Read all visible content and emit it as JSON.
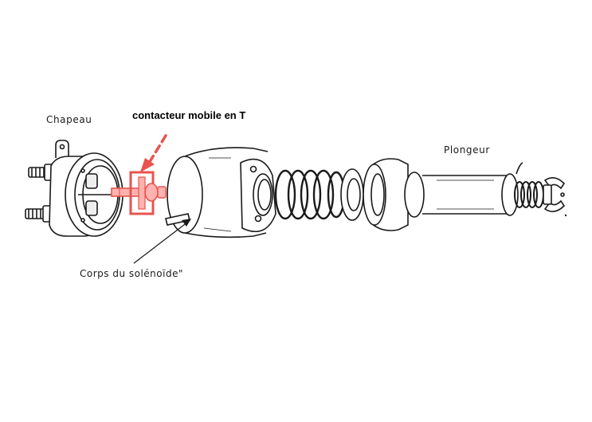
{
  "labels": {
    "chapeau": "Chapeau",
    "contacteur": "contacteur mobile en  T",
    "plongeur": "Plongeur",
    "corps": "Corps du solénoïde\""
  },
  "colors": {
    "line": "#1a1a1a",
    "highlight": "#e8534f",
    "background": "#ffffff"
  }
}
